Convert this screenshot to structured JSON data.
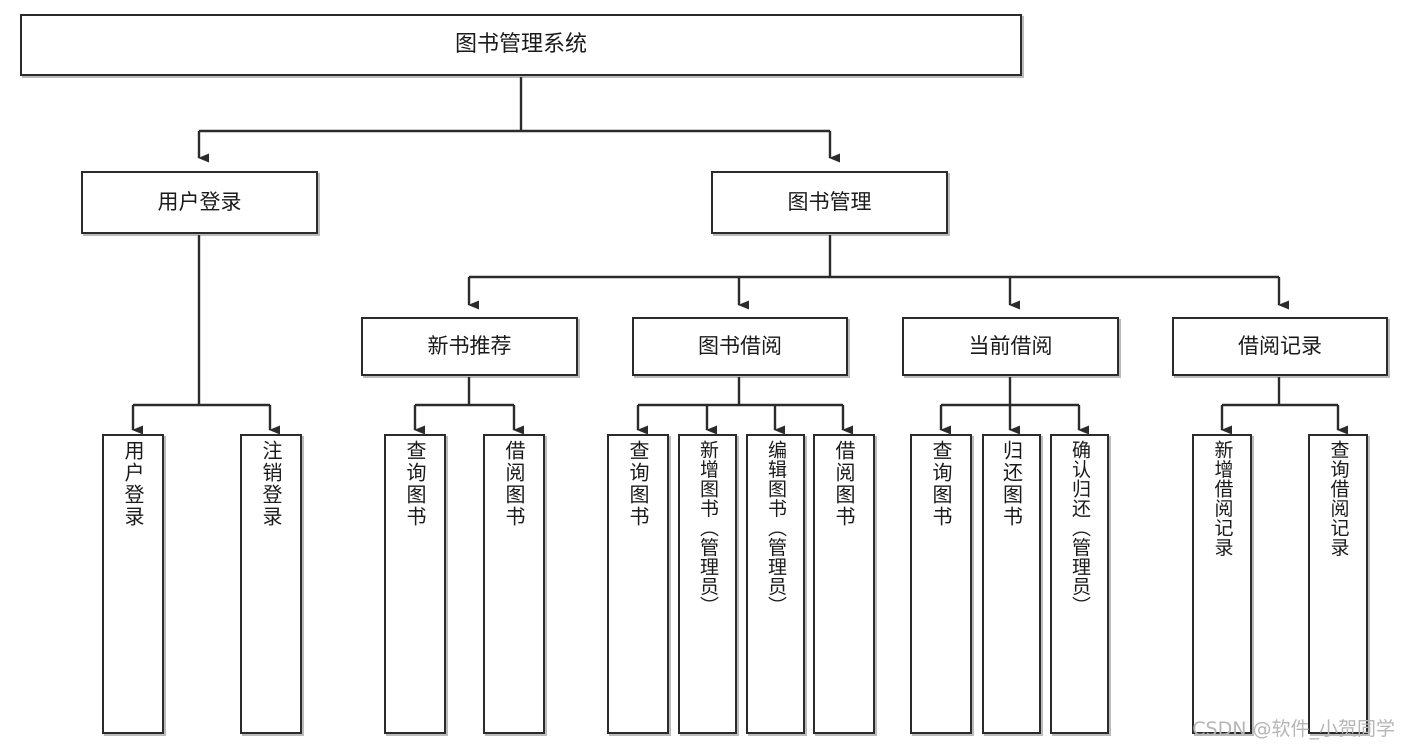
{
  "diagram": {
    "title": "图书管理系统",
    "type": "tree-hierarchy-diagram",
    "colors": {
      "box_border": "#2b2b2b",
      "box_fill": "#ffffff",
      "edge": "#2b2b2b",
      "text": "#1a1a1a",
      "watermark": "#b6b6b6",
      "background": "#ffffff"
    }
  },
  "watermark": {
    "text": "CSDN @软件_小贺同学"
  },
  "nodes": {
    "root": {
      "label": "图书管理系统"
    },
    "level1": [
      {
        "label": "用户登录"
      },
      {
        "label": "图书管理"
      }
    ],
    "level2": [
      {
        "label": "新书推荐"
      },
      {
        "label": "图书借阅"
      },
      {
        "label": "当前借阅"
      },
      {
        "label": "借阅记录"
      }
    ],
    "leaves": {
      "user_login": [
        {
          "label": "用户登录"
        },
        {
          "label": "注销登录"
        }
      ],
      "new_book_recommend": [
        {
          "label": "查询图书"
        },
        {
          "label": "借阅图书"
        }
      ],
      "book_borrow": [
        {
          "label": "查询图书"
        },
        {
          "label": "新增图书（管理员）"
        },
        {
          "label": "编辑图书（管理员）"
        },
        {
          "label": "借阅图书"
        }
      ],
      "current_borrow": [
        {
          "label": "查询图书"
        },
        {
          "label": "归还图书"
        },
        {
          "label": "确认归还（管理员）"
        }
      ],
      "borrow_record": [
        {
          "label": "新增借阅记录"
        },
        {
          "label": "查询借阅记录"
        }
      ]
    }
  }
}
